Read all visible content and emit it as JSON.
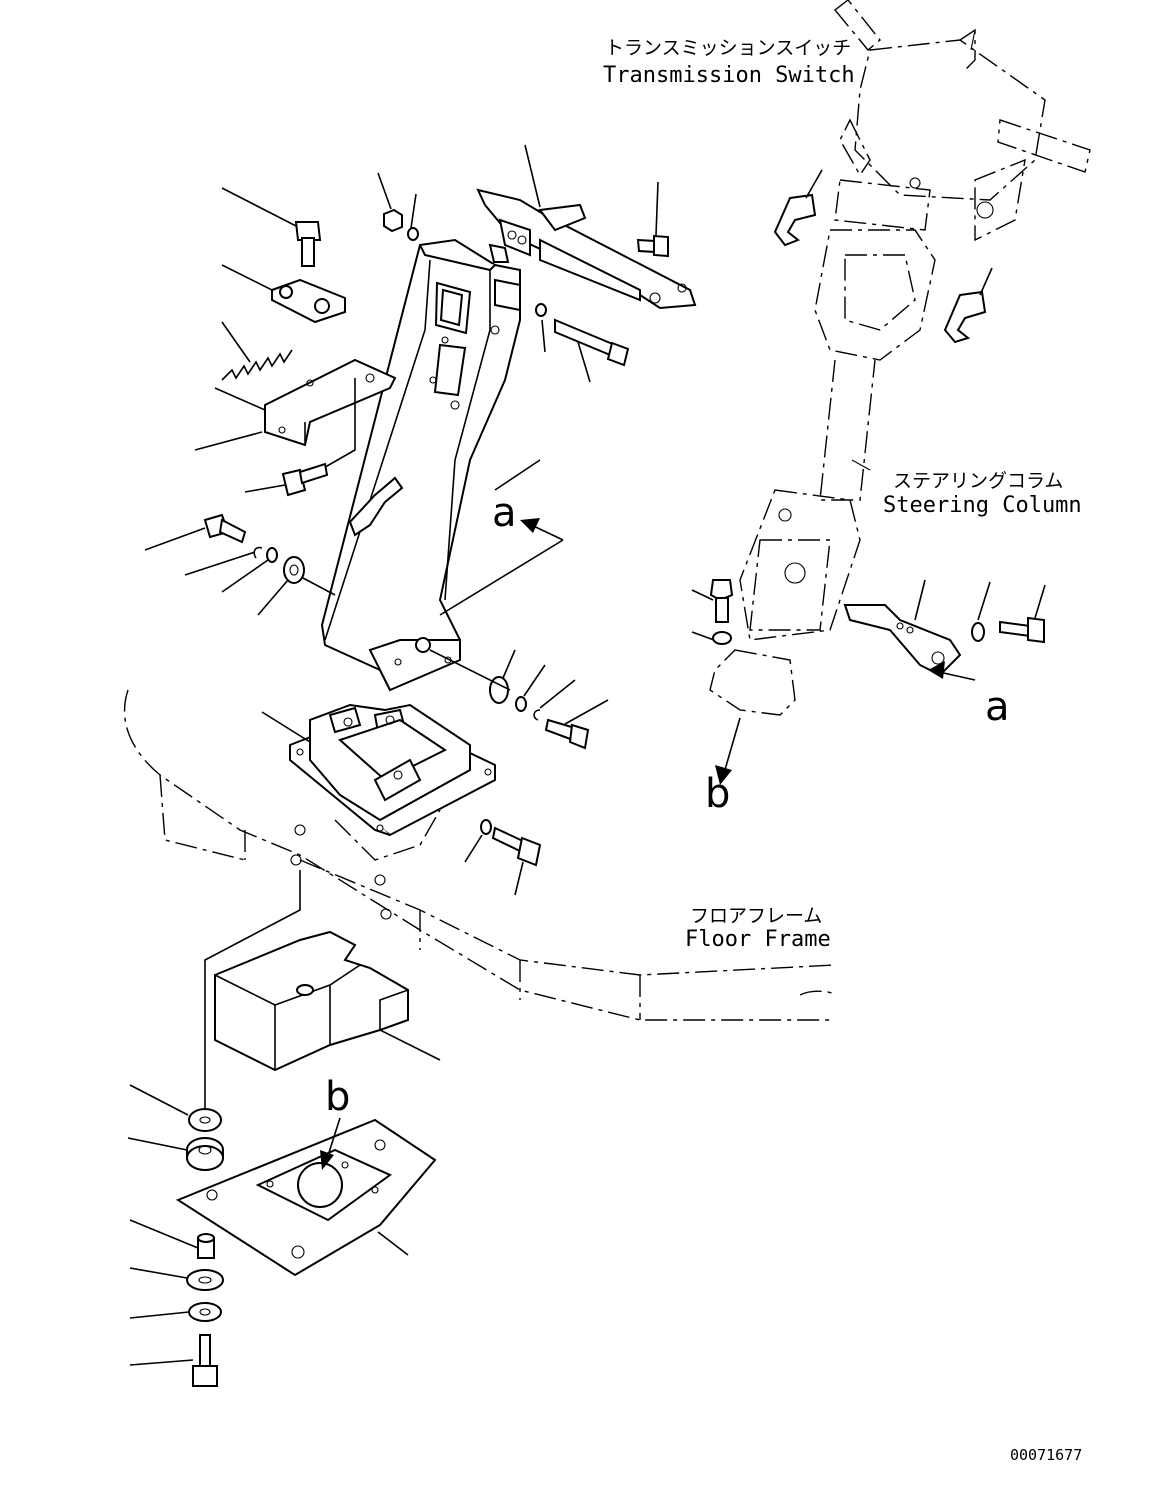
{
  "labels": {
    "transmission_switch_jp": "トランスミッションスイッチ",
    "transmission_switch_en": "Transmission Switch",
    "steering_column_jp": "ステアリングコラム",
    "steering_column_en": "Steering Column",
    "floor_frame_jp": "フロアフレーム",
    "floor_frame_en": "Floor Frame"
  },
  "view_markers": {
    "a_top_left": "a",
    "a_right": "a",
    "b_right": "b",
    "b_bottom": "b"
  },
  "drawing_number": "00071677"
}
